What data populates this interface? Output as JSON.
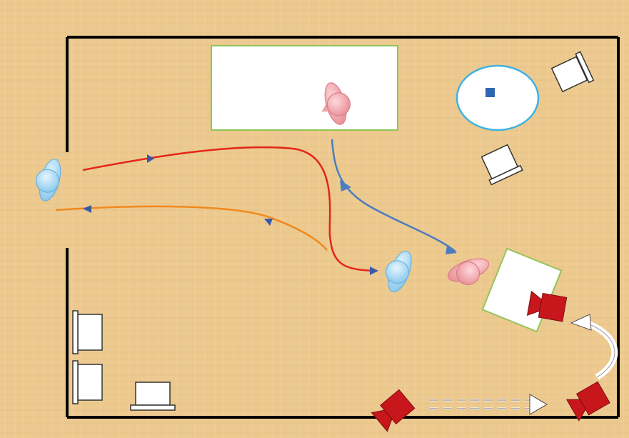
{
  "scene": {
    "type": "floor-plan",
    "floor_color": "#ecc98f",
    "wall_color": "#000000",
    "elements": {
      "tables": [
        "long-table",
        "square-table"
      ],
      "round_table_color": "#3fb2e3",
      "chairs": 6,
      "people": [
        {
          "role": "actor-pink",
          "color": "#f2a3a9"
        },
        {
          "role": "actor-pink",
          "color": "#f2a3a9"
        },
        {
          "role": "actor-blue",
          "color": "#9fd7f5"
        },
        {
          "role": "actor-blue",
          "color": "#9fd7f5"
        }
      ],
      "cameras": 3,
      "camera_color": "#c8161d"
    },
    "paths": [
      {
        "name": "red-path",
        "color": "#e42518"
      },
      {
        "name": "orange-path",
        "color": "#f08a1e"
      },
      {
        "name": "blue-path",
        "color": "#4a7dbf"
      },
      {
        "name": "camera-dolly-path",
        "color": "#ffffff"
      },
      {
        "name": "camera-arc-path",
        "color": "#ffffff"
      }
    ]
  }
}
